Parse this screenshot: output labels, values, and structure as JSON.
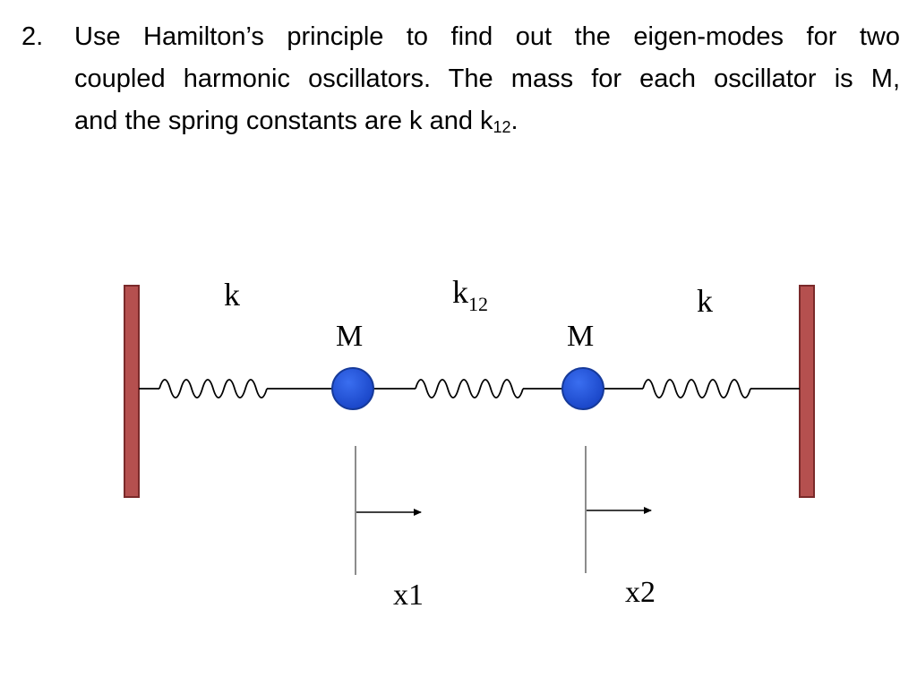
{
  "problem": {
    "number": "2.",
    "text_line_1": "Use Hamilton’s principle to find out the eigen-modes for two",
    "text_line_2": "coupled harmonic oscillators. The mass for each oscillator is M,",
    "text_line_3_main": "and the spring constants are k and k",
    "text_line_3_sub": "12",
    "text_line_3_end": "."
  },
  "diagram": {
    "spring_left_label": "k",
    "spring_middle_label": "k",
    "spring_middle_sub": "12",
    "spring_right_label": "k",
    "mass_left_label": "M",
    "mass_right_label": "M",
    "coord_left_label": "x1",
    "coord_right_label": "x2",
    "colors": {
      "wall": "#b5504f",
      "wall_edge": "#7a2a2a",
      "mass": "#1f4fcf",
      "mass_edge": "#163a9a",
      "line": "#000000",
      "marker": "#7f7f7f"
    }
  }
}
